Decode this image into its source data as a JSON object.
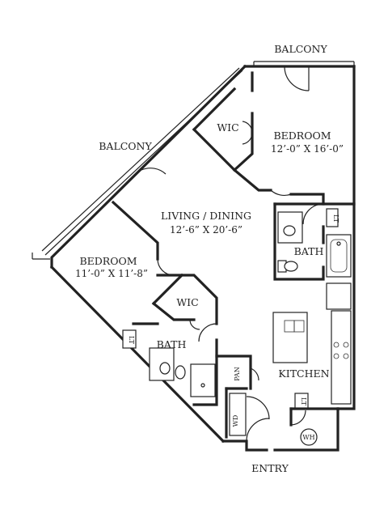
{
  "labels": {
    "balcony_top": "BALCONY",
    "balcony_left": "BALCONY",
    "bedroom1": "BEDROOM",
    "bedroom1_dim": "12’-0” X 16’-0”",
    "bedroom2": "BEDROOM",
    "bedroom2_dim": "11’-0” X 11’-8”",
    "living": "LIVING / DINING",
    "living_dim": "12’-6” X 20’-6”",
    "wic1": "WIC",
    "wic2": "WIC",
    "bath1": "BATH",
    "bath2": "BATH",
    "kitchen": "KITCHEN",
    "entry": "ENTRY",
    "lt1": "LT",
    "lt2": "LT",
    "lt3": "LT",
    "pan": "PAN",
    "wd": "WD",
    "wh": "WH"
  }
}
